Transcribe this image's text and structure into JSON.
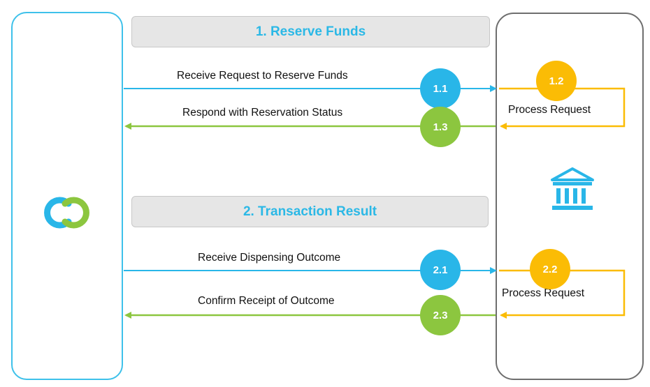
{
  "colors": {
    "blue": "#29b6e8",
    "green": "#8cc63f",
    "yellow": "#fbbc05",
    "gray": "#6e6e6e"
  },
  "icons": {
    "left_logo": "linked-rings-logo-icon",
    "right_bank": "bank-icon"
  },
  "sections": [
    {
      "title": "1.   Reserve Funds",
      "request_label": "Receive Request to Reserve Funds",
      "response_label": "Respond with Reservation Status",
      "process_label": "Process Request",
      "steps": [
        "1.1",
        "1.2",
        "1.3"
      ]
    },
    {
      "title": "2.   Transaction Result",
      "request_label": "Receive Dispensing Outcome",
      "response_label": "Confirm Receipt of Outcome",
      "process_label": "Process Request",
      "steps": [
        "2.1",
        "2.2",
        "2.3"
      ]
    }
  ]
}
